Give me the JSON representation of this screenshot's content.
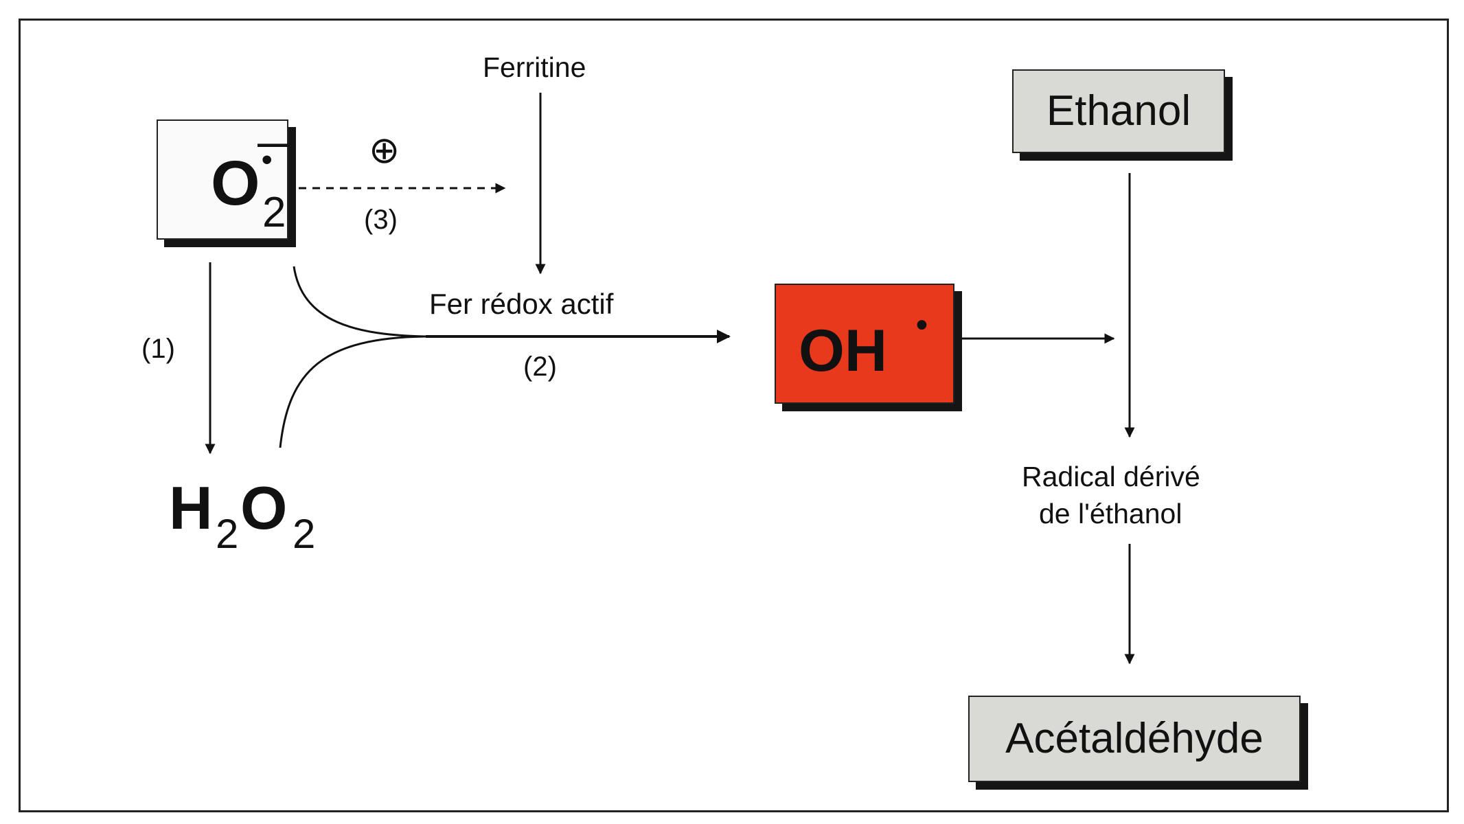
{
  "nodes": {
    "superoxide": {
      "main": "O",
      "charge_dot": "•",
      "charge_minus": "—",
      "subscript": "2"
    },
    "ferritine": "Ferritine",
    "h2o2": {
      "h": "H",
      "sub1": "2",
      "o": "O",
      "sub2": "2"
    },
    "fer_redox": "Fer rédox actif",
    "hydroxyl": {
      "text": "OH",
      "dot": "•"
    },
    "ethanol": "Ethanol",
    "radical_line1": "Radical dérivé",
    "radical_line2": "de l'éthanol",
    "acetaldehyde": "Acétaldéhyde"
  },
  "labels": {
    "step1": "(1)",
    "step2": "(2)",
    "step3": "(3)",
    "stimulation": "⊕"
  },
  "colors": {
    "hydroxyl_box": "#e8391c",
    "grey_box": "#d9d9d6",
    "shadow": "#151515"
  }
}
